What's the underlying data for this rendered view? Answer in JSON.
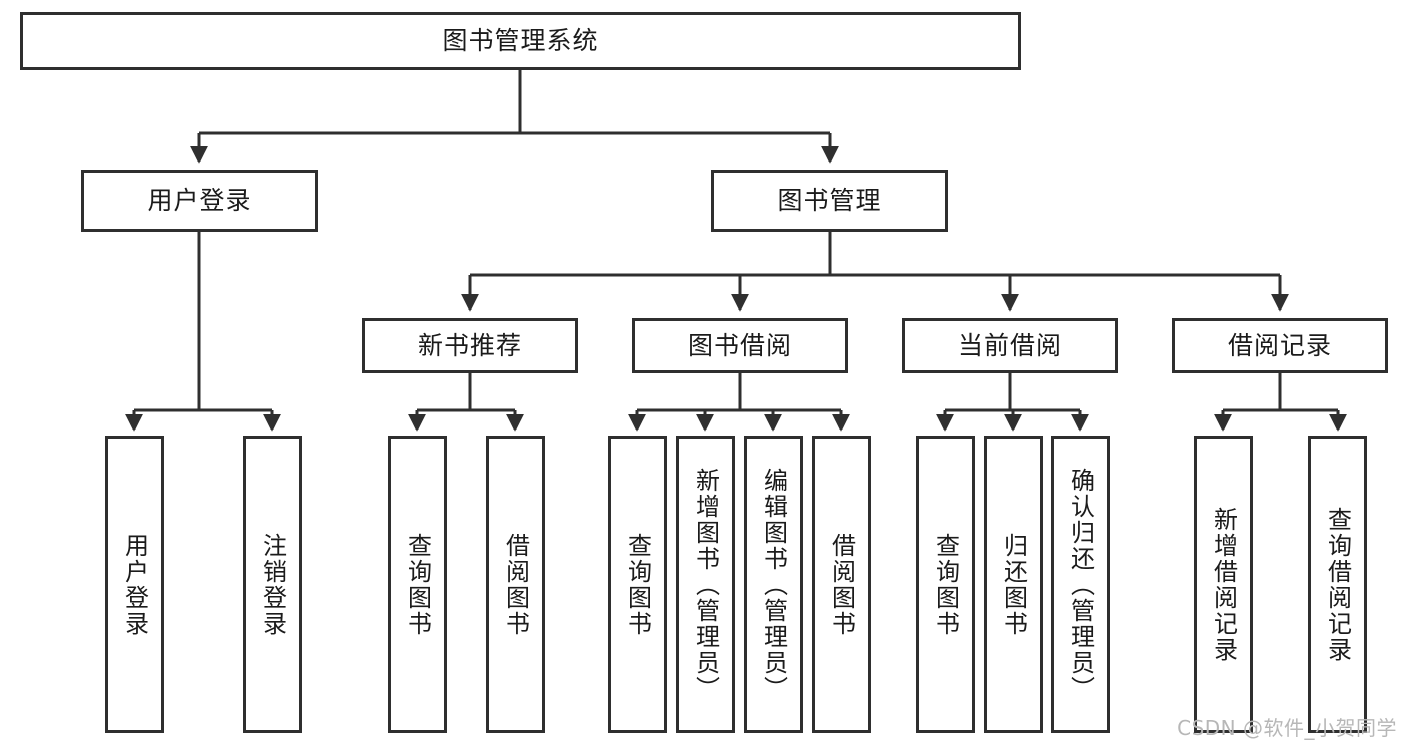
{
  "diagram": {
    "title": "图书管理系统",
    "type": "tree-hierarchy",
    "watermark": "CSDN @软件_小贺同学",
    "colors": {
      "stroke": "#2f2f2f",
      "fill": "#ffffff",
      "text": "#1b1b1b",
      "watermark": "#b7b7b7"
    },
    "nodes": {
      "root": {
        "label": "图书管理系统",
        "level": 0
      },
      "level1": [
        {
          "id": "user-login",
          "label": "用户登录"
        },
        {
          "id": "book-manage",
          "label": "图书管理"
        }
      ],
      "level2": [
        {
          "id": "new-book-rec",
          "label": "新书推荐",
          "parent": "book-manage"
        },
        {
          "id": "book-borrow",
          "label": "图书借阅",
          "parent": "book-manage"
        },
        {
          "id": "current-borrow",
          "label": "当前借阅",
          "parent": "book-manage"
        },
        {
          "id": "borrow-record",
          "label": "借阅记录",
          "parent": "book-manage"
        }
      ],
      "leaves": {
        "user-login": [
          {
            "id": "leaf-user-login",
            "label": "用户登录"
          },
          {
            "id": "leaf-logout",
            "label": "注销登录"
          }
        ],
        "new-book-rec": [
          {
            "id": "leaf-query-book-1",
            "label": "查询图书"
          },
          {
            "id": "leaf-borrow-book-1",
            "label": "借阅图书"
          }
        ],
        "book-borrow": [
          {
            "id": "leaf-query-book-2",
            "label": "查询图书"
          },
          {
            "id": "leaf-add-book",
            "label": "新增图书（管理员）"
          },
          {
            "id": "leaf-edit-book",
            "label": "编辑图书（管理员）"
          },
          {
            "id": "leaf-borrow-book-2",
            "label": "借阅图书"
          }
        ],
        "current-borrow": [
          {
            "id": "leaf-query-book-3",
            "label": "查询图书"
          },
          {
            "id": "leaf-return-book",
            "label": "归还图书"
          },
          {
            "id": "leaf-confirm-return",
            "label": "确认归还（管理员）"
          }
        ],
        "borrow-record": [
          {
            "id": "leaf-add-record",
            "label": "新增借阅记录"
          },
          {
            "id": "leaf-query-record",
            "label": "查询借阅记录"
          }
        ]
      }
    }
  }
}
